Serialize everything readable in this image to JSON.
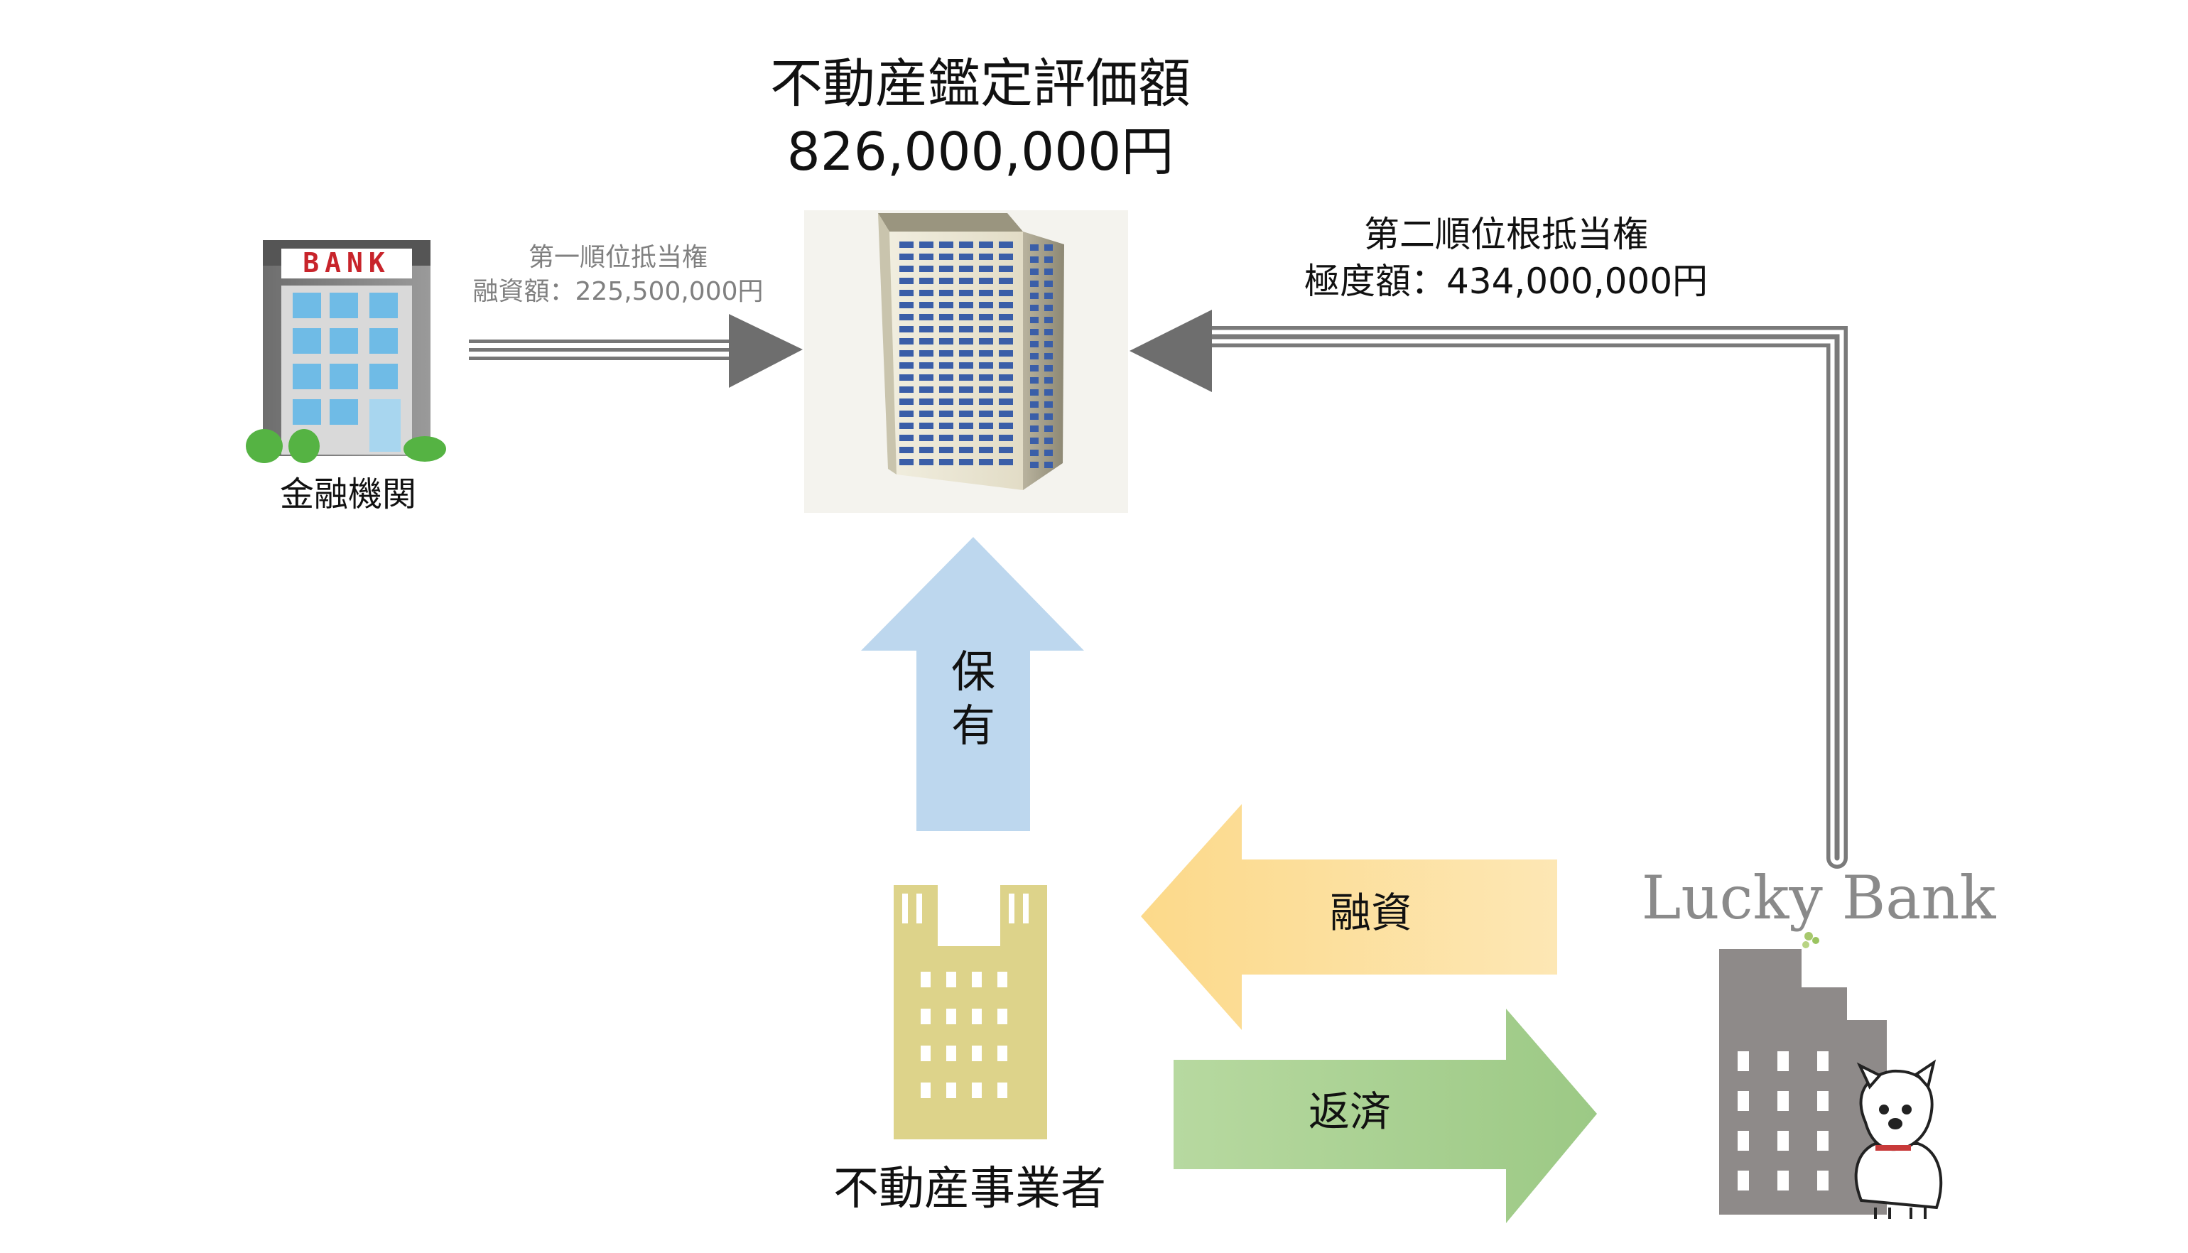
{
  "appraisal": {
    "title": "不動産鑑定評価額",
    "amount": "826,000,000円"
  },
  "first_lien": {
    "line1": "第一順位抵当権",
    "line2": "融資額：225,500,000円"
  },
  "second_lien": {
    "line1": "第二順位根抵当権",
    "line2": "極度額：434,000,000円"
  },
  "bank": {
    "sign": "BANK",
    "label": "金融機関"
  },
  "developer": {
    "label": "不動産事業者"
  },
  "lucky_bank": {
    "logo_text": "Lucky Bank"
  },
  "arrows": {
    "owns": "保有",
    "loan": "融資",
    "repay": "返済"
  },
  "colors": {
    "loan_arrow": "#fcd98a",
    "repay_arrow": "#a9d18e",
    "own_arrow": "#bdd7ee",
    "lien_line": "#777777",
    "developer_building": "#ddd38a",
    "lucky_building": "#8e8a89",
    "lucky_logo_lucky": "#8a8a8a",
    "lucky_logo_bank": "#b8b06a"
  }
}
